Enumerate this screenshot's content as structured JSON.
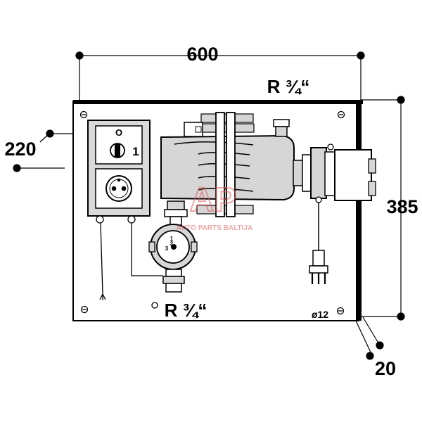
{
  "dimensions": {
    "width": "600",
    "height": "385",
    "depth": "220",
    "offset": "20",
    "hole": "ø12"
  },
  "threads": {
    "top": "R ¾“",
    "bottom": "R ¾“"
  },
  "switch": {
    "off_label": "O",
    "on_label": "1"
  },
  "pump_gauge": {
    "labels": [
      "1",
      "2",
      "3"
    ]
  },
  "watermark": {
    "logo": "AP",
    "text": "AUTO PARTS BALTIJA"
  },
  "colors": {
    "line": "#000000",
    "panel_fill": "#ffffff",
    "body_fill": "#d6d6d6",
    "switch_box_fill": "#d9d9d9",
    "watermark": "#e25f5f"
  }
}
